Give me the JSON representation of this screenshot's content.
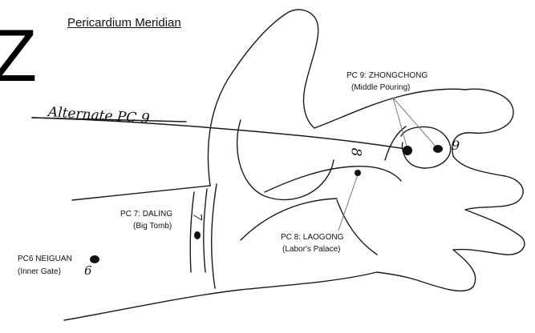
{
  "title": "Pericardium Meridian",
  "big_letter": "Z",
  "alternate_label": "Alternate PC 9",
  "points": {
    "pc9": {
      "line1": "PC 9: ZHONGCHONG",
      "line2": "(Middle Pouring)",
      "digit": "9"
    },
    "pc8": {
      "line1": "PC 8: LAOGONG",
      "line2": "(Labor's Palace)",
      "digit": "8"
    },
    "pc7": {
      "line1": "PC 7: DALING",
      "line2": "(Big Tomb)",
      "digit": "7"
    },
    "pc6": {
      "line1": "PC6 NEIGUAN",
      "line2": "(Inner Gate)",
      "digit": "6"
    }
  }
}
